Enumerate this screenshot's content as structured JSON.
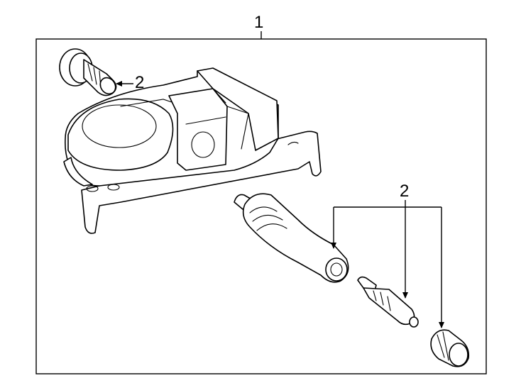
{
  "callouts": {
    "assembly": "1",
    "bolt": "2",
    "valve_parts": "2"
  },
  "colors": {
    "line": "#000000",
    "background": "#ffffff"
  }
}
